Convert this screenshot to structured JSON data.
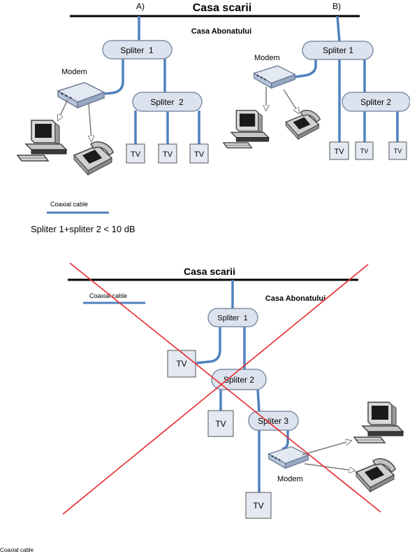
{
  "colors": {
    "cable": "#4f81bd",
    "bus": "#000000",
    "node_fill": "#dde3ee",
    "node_stroke": "#7f8fa9",
    "cross": "#e8282c"
  },
  "top": {
    "bus_label": "Casa scarii",
    "subscriber_label": "Casa Abonatului",
    "a": {
      "marker": "A)",
      "splitter1": "Spliter  1",
      "splitter2": "Spliter  2",
      "modem": "Modem",
      "tv1": "TV",
      "tv2": "TV",
      "tv3": "TV",
      "icons": [
        "computer-icon",
        "telephone-icon"
      ]
    },
    "b": {
      "marker": "B)",
      "splitter1": "Spliter 1",
      "splitter2": "Spliter 2",
      "modem": "Modem",
      "tv1": "TV",
      "tv2": "TV",
      "tv3": "TV",
      "icons": [
        "computer-icon",
        "telephone-icon"
      ]
    },
    "legend": "Coaxial cable",
    "formula": "Spliter 1+spliter 2 < 10 dB"
  },
  "bottom": {
    "bus_label": "Casa scarii",
    "subscriber_label": "Casa Abonatului",
    "legend": "Coaxial cable",
    "splitter1": "Spliter  1",
    "splitter2": "Spliter 2",
    "splitter3": "Spliter 3",
    "tv1": "TV",
    "tv2": "TV",
    "tv3": "TV",
    "modem": "Modem",
    "icons": [
      "computer-icon",
      "telephone-icon",
      "cross-mark"
    ]
  },
  "footer": "Coaxial cable"
}
